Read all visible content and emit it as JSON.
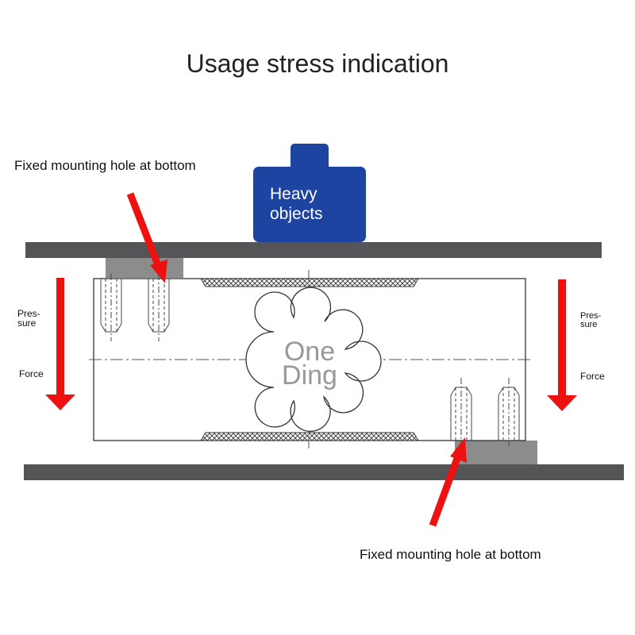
{
  "title": "Usage stress indication",
  "heavy_objects": {
    "line1": "Heavy",
    "line2": "objects"
  },
  "mount_label_top": "Fixed mounting hole at bottom",
  "mount_label_bottom": "Fixed mounting hole at bottom",
  "left_force": {
    "pressure_line1": "Pres-",
    "pressure_line2": "sure",
    "force": "Force"
  },
  "right_force": {
    "pressure_line1": "Pres-",
    "pressure_line2": "sure",
    "force": "Force"
  },
  "watermark": {
    "line1": "One",
    "line2": "Ding"
  },
  "colors": {
    "plate": "#555558",
    "block": "#8c8c8c",
    "arrow": "#ee1111",
    "heavy_box": "#1d44a0",
    "outline": "#333333"
  }
}
